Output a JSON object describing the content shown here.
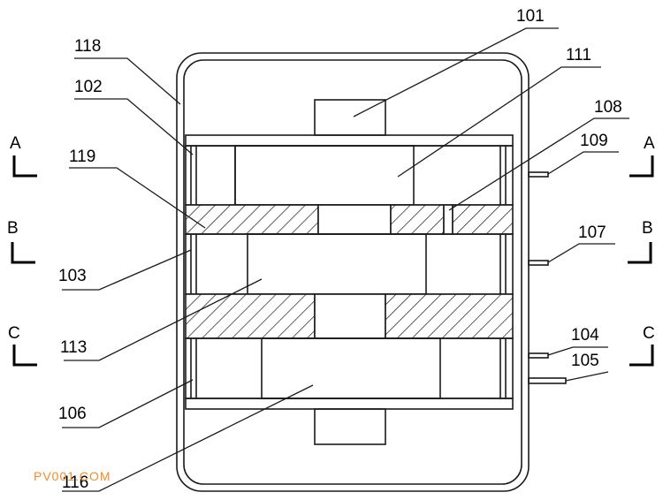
{
  "diagram": {
    "part_labels": [
      {
        "id": "101",
        "text": "101"
      },
      {
        "id": "111",
        "text": "111"
      },
      {
        "id": "108",
        "text": "108"
      },
      {
        "id": "109",
        "text": "109"
      },
      {
        "id": "107",
        "text": "107"
      },
      {
        "id": "104",
        "text": "104"
      },
      {
        "id": "105",
        "text": "105"
      },
      {
        "id": "118",
        "text": "118"
      },
      {
        "id": "102",
        "text": "102"
      },
      {
        "id": "119",
        "text": "119"
      },
      {
        "id": "103",
        "text": "103"
      },
      {
        "id": "113",
        "text": "113"
      },
      {
        "id": "106",
        "text": "106"
      },
      {
        "id": "116",
        "text": "116"
      }
    ],
    "section_marks": [
      {
        "id": "A",
        "text": "A"
      },
      {
        "id": "B",
        "text": "B"
      },
      {
        "id": "C",
        "text": "C"
      }
    ],
    "colors": {
      "stroke": "#1a1a1a",
      "background": "#ffffff",
      "watermark": "#f08c2a"
    }
  },
  "watermark": {
    "text": "PV001.COM"
  }
}
